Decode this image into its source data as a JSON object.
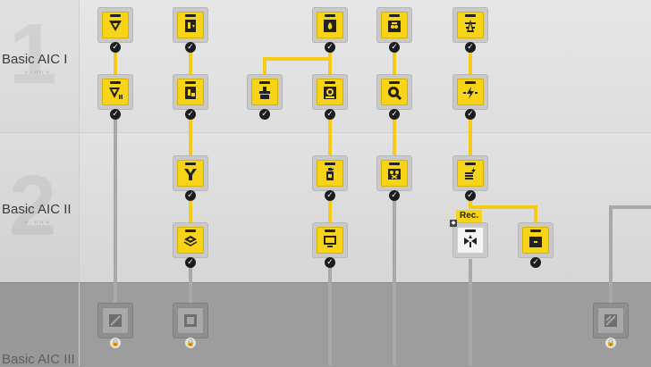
{
  "tiers": [
    {
      "title": "Basic AIC I",
      "subtitle": "II · II II II"
    },
    {
      "title": "Basic AIC II",
      "subtitle": "II · II II II"
    },
    {
      "title": "Basic AIC III",
      "subtitle": ""
    }
  ],
  "background_numerals": [
    "1",
    "2"
  ],
  "recommended_label": "Rec.",
  "icons": {
    "check": "✓",
    "lock": "🔒"
  },
  "colors": {
    "accent": "#f7d417",
    "connector_active": "#f4cc16",
    "connector_inactive": "#a9a9a9"
  }
}
